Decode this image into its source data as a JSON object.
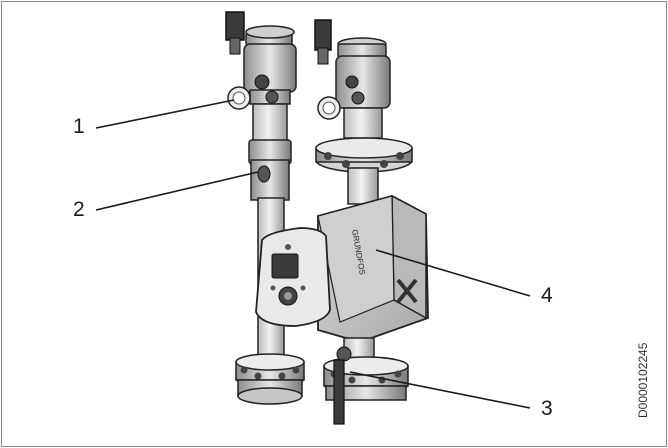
{
  "figure": {
    "callouts": [
      {
        "id": "1",
        "label": "1"
      },
      {
        "id": "2",
        "label": "2"
      },
      {
        "id": "3",
        "label": "3"
      },
      {
        "id": "4",
        "label": "4"
      }
    ],
    "document_code": "D0000102245",
    "pump_brand_text": "GRUNDFOS"
  }
}
